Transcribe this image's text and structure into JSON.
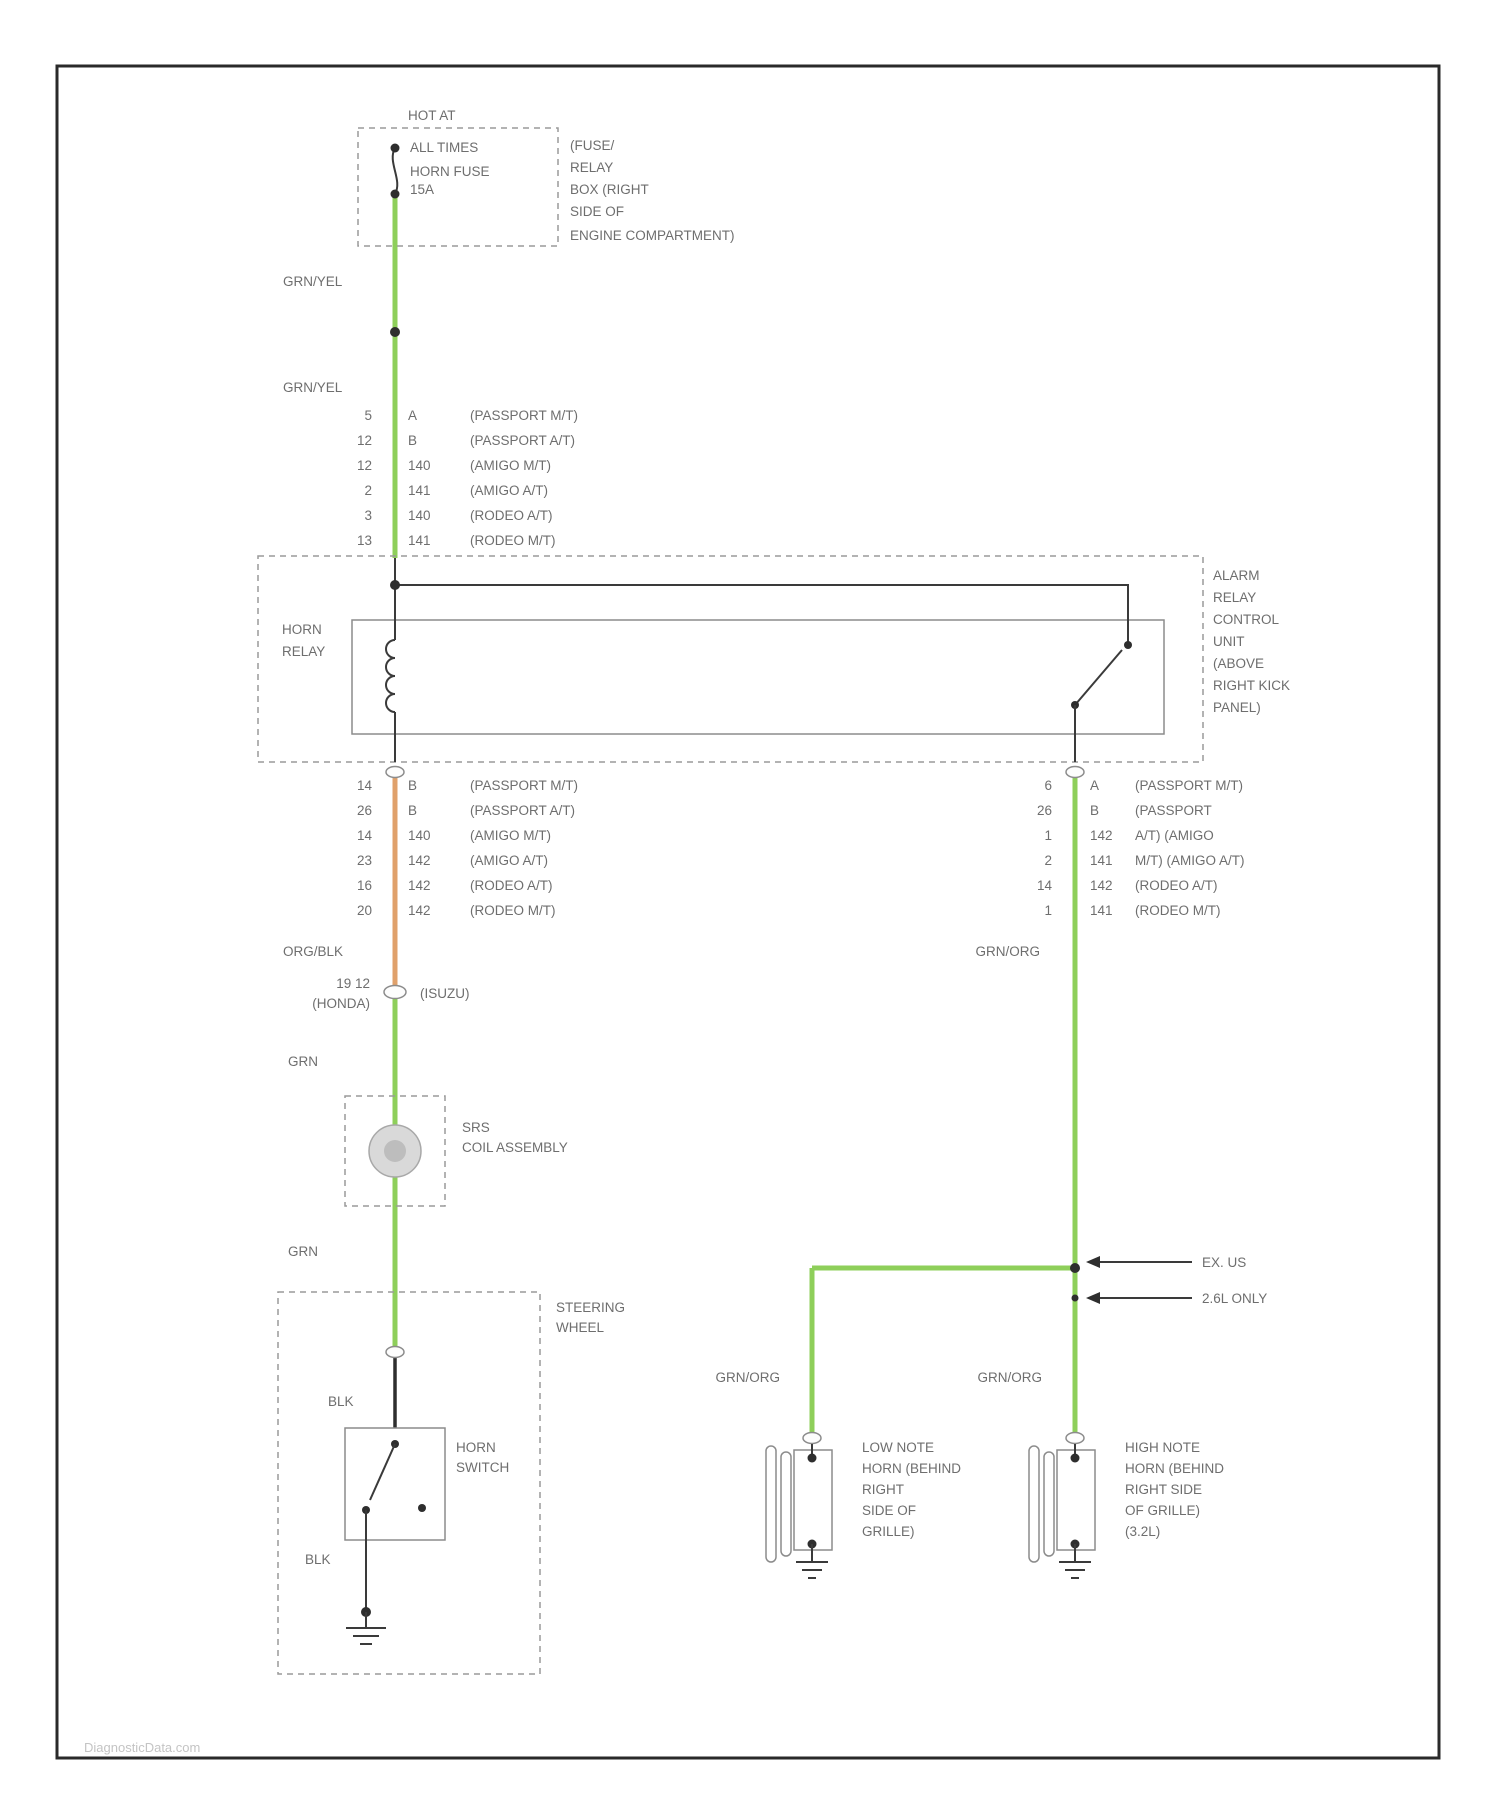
{
  "watermark": "DiagnosticData.com",
  "colors": {
    "wire_green": "#8ecf5a",
    "wire_orange": "#e0a16b"
  },
  "power": {
    "hot_at": "HOT AT",
    "all_times": "ALL TIMES"
  },
  "fuse": {
    "name": "HORN FUSE",
    "rating": "15A",
    "location": [
      "(FUSE/",
      "RELAY",
      "BOX (RIGHT",
      "SIDE OF",
      "ENGINE COMPARTMENT)"
    ]
  },
  "wire_labels": {
    "grn_yel_upper": "GRN/YEL",
    "grn_yel_lower": "GRN/YEL",
    "org_blk": "ORG/BLK",
    "grn_upper": "GRN",
    "grn_lower": "GRN",
    "blk_upper": "BLK",
    "blk_lower": "BLK",
    "grn_org_main": "GRN/ORG",
    "grn_org_low": "GRN/ORG",
    "grn_org_high": "GRN/ORG"
  },
  "pins_top": {
    "rows": [
      [
        "5",
        "A",
        "(PASSPORT M/T)"
      ],
      [
        "12",
        "B",
        "(PASSPORT A/T)"
      ],
      [
        "12",
        "140",
        "(AMIGO M/T)"
      ],
      [
        "2",
        "141",
        "(AMIGO A/T)"
      ],
      [
        "3",
        "140",
        "(RODEO A/T)"
      ],
      [
        "13",
        "141",
        "(RODEO M/T)"
      ]
    ]
  },
  "pins_left": {
    "rows": [
      [
        "14",
        "B",
        "(PASSPORT M/T)"
      ],
      [
        "26",
        "B",
        "(PASSPORT A/T)"
      ],
      [
        "14",
        "140",
        "(AMIGO M/T)"
      ],
      [
        "23",
        "142",
        "(AMIGO A/T)"
      ],
      [
        "16",
        "142",
        "(RODEO A/T)"
      ],
      [
        "20",
        "142",
        "(RODEO M/T)"
      ]
    ]
  },
  "pins_right": {
    "rows": [
      [
        "6",
        "A",
        "(PASSPORT M/T)"
      ],
      [
        "26",
        "B",
        "(PASSPORT"
      ],
      [
        "1",
        "142",
        "A/T) (AMIGO"
      ],
      [
        "2",
        "141",
        "M/T) (AMIGO A/T)"
      ],
      [
        "14",
        "142",
        "(RODEO A/T)"
      ],
      [
        "1",
        "141",
        "(RODEO M/T)"
      ]
    ]
  },
  "relay": {
    "title": [
      "HORN",
      "RELAY"
    ],
    "note": [
      "ALARM",
      "RELAY",
      "CONTROL",
      "UNIT",
      "(ABOVE",
      "RIGHT KICK",
      "PANEL)"
    ]
  },
  "inline_connector": {
    "left": [
      "19 12",
      "(HONDA)"
    ],
    "right": "(ISUZU)"
  },
  "srs": {
    "label": [
      "SRS",
      "COIL ASSEMBLY"
    ]
  },
  "steering": {
    "label": [
      "STEERING",
      "WHEEL"
    ],
    "switch": [
      "HORN",
      "SWITCH"
    ]
  },
  "branch_notes": {
    "top": "EX. US",
    "bottom": "2.6L ONLY"
  },
  "low_horn": {
    "label": [
      "LOW NOTE",
      "HORN (BEHIND",
      "RIGHT",
      "SIDE OF",
      "GRILLE)"
    ]
  },
  "high_horn": {
    "label": [
      "HIGH NOTE",
      "HORN (BEHIND",
      "RIGHT SIDE",
      "OF GRILLE)",
      "(3.2L)"
    ]
  }
}
